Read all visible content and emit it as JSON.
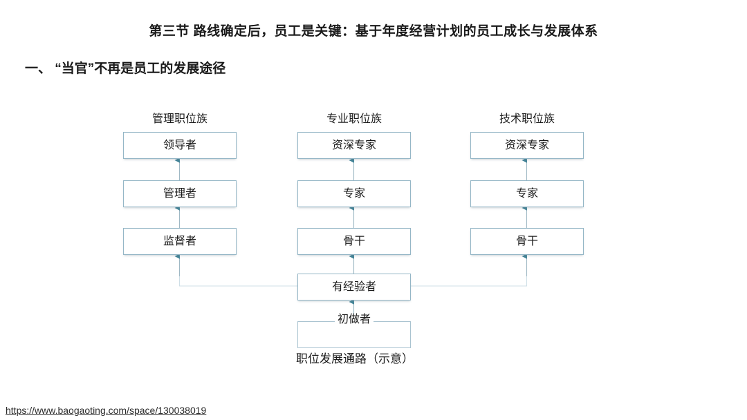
{
  "page": {
    "title": "第三节 路线确定后，员工是关键：基于年度经营计划的员工成长与发展体系",
    "section_heading": "一、 “当官”不再是员工的发展途径",
    "background_color": "#ffffff",
    "text_color": "#1a1a1a"
  },
  "diagram": {
    "caption": "职位发展通路（示意）",
    "box_border_color": "#94b6c6",
    "connector_color": "#9fb8c4",
    "arrow_color": "#3f8296",
    "columns": [
      {
        "id": "management",
        "header": "管理职位族",
        "nodes": [
          "领导者",
          "管理者",
          "监督者"
        ]
      },
      {
        "id": "professional",
        "header": "专业职位族",
        "nodes": [
          "资深专家",
          "专家",
          "骨干"
        ]
      },
      {
        "id": "technical",
        "header": "技术职位族",
        "nodes": [
          "资深专家",
          "专家",
          "骨干"
        ]
      }
    ],
    "shared_nodes": [
      {
        "id": "experienced",
        "label": "有经验者"
      },
      {
        "id": "beginner",
        "label": "初做者"
      }
    ]
  },
  "footer": {
    "url": "https://www.baogaoting.com/space/130038019"
  }
}
